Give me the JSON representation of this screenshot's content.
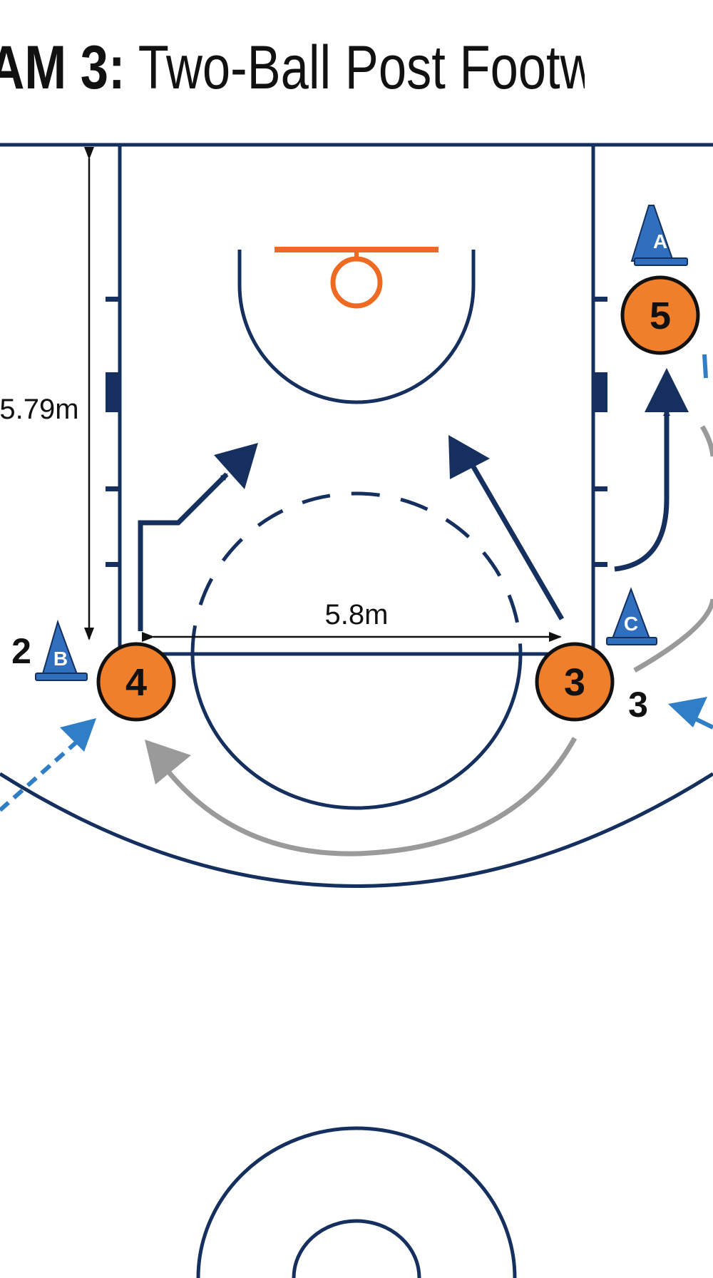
{
  "title": {
    "prefix": "AM 3:",
    "text": "Two-Ball Post Footwor"
  },
  "measurements": {
    "lane_length": "5.79m",
    "semicircle_width": "5.8m"
  },
  "players": [
    {
      "number": "4"
    },
    {
      "number": "3"
    },
    {
      "number": "5"
    }
  ],
  "cones": [
    {
      "label": "A"
    },
    {
      "label": "B"
    },
    {
      "label": "C"
    }
  ],
  "station_labels": [
    "2",
    "3"
  ],
  "colors": {
    "court_line": "#15305f",
    "player_fill": "#ef7f2a",
    "hoop": "#ee6a22",
    "cone": "#2f6fbe",
    "pass_arrow": "#2f7ec6",
    "rotation_arrow": "#9a9a9a"
  }
}
